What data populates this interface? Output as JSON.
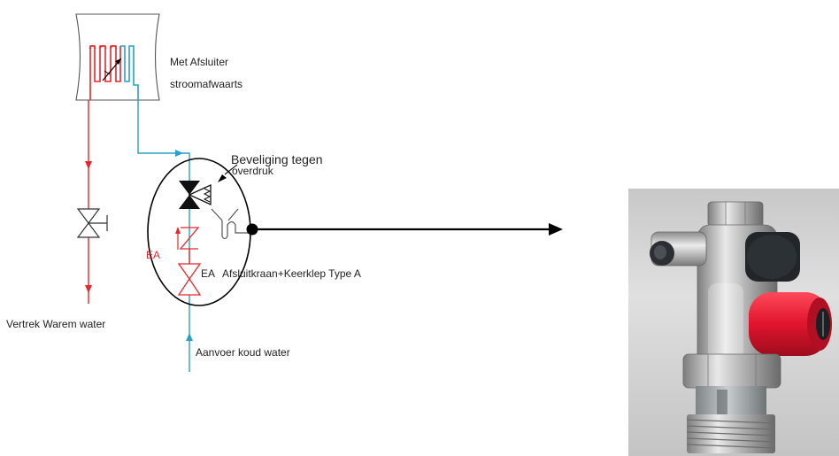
{
  "labels": {
    "tank_line1": "Met Afsluiter",
    "tank_line2": "stroomafwaarts",
    "safety_line1": "Beveliging tegen",
    "safety_line2": "overdruk",
    "ea_left": "EA",
    "ea_valve": "EA",
    "valve_type": "Afsluitkraan+Keerklep Type A",
    "outlet": "Vertrek Warem water",
    "inlet": "Aanvoer koud water"
  },
  "colors": {
    "hot_line": "#e8262b",
    "cold_line": "#2a9fc8",
    "outline": "#555555",
    "black": "#000000"
  },
  "photo": {
    "subject": "safety group valve with red pressure relief cap"
  }
}
